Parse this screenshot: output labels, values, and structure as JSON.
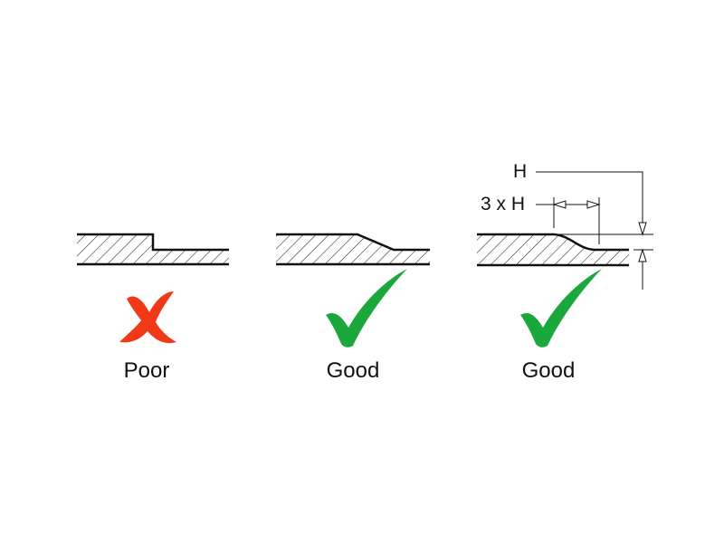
{
  "panels": [
    {
      "label": "Poor",
      "verdict": "cross-icon",
      "color": "#f03a17"
    },
    {
      "label": "Good",
      "verdict": "check-icon",
      "color": "#1aa83c"
    },
    {
      "label": "Good",
      "verdict": "check-icon",
      "color": "#1aa83c"
    }
  ],
  "dimensions": {
    "height": "H",
    "length": "3 x H"
  }
}
